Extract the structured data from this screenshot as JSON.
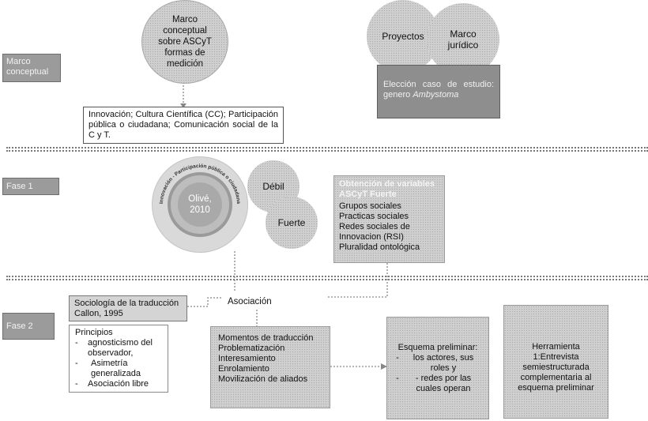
{
  "sections": {
    "marco_conceptual": "Marco conceptual",
    "fase1": "Fase 1",
    "fase2": "Fase 2"
  },
  "top": {
    "circle_marco": "Marco conceptual sobre ASCyT formas de medición",
    "circle_proyectos": "Proyectos",
    "circle_marco_juridico": "Marco jurídico",
    "eleccion_prefix": "Elección caso de estudio: genero ",
    "eleccion_genus": "Ambystoma",
    "concepts": "Innovación; Cultura Científica (CC); Participación pública o ciudadana; Comunicación social de la C y T."
  },
  "fase1": {
    "ring_text": "Innovación - Participación pública o ciudadana",
    "olive": "Olivé, 2010",
    "debil": "Débil",
    "fuerte": "Fuerte",
    "variables_title": "Obtención de variables ASCyT Fuerte",
    "variables": [
      "Grupos sociales",
      "Practicas sociales",
      "Redes sociales de Innovacion (RSI)",
      "Pluralidad ontológica"
    ]
  },
  "fase2": {
    "asociacion": "Asociación",
    "sociologia": "Sociología de la traducción Callon, 1995",
    "principios_title": "Principios",
    "principios": [
      "agnosticismo del observador,",
      "Asimetría generalizada",
      "Asociación libre"
    ],
    "momentos": [
      "Momentos de traducción",
      "Problematización",
      "Interesamiento",
      "Enrolamiento",
      "Movilización de aliados"
    ],
    "esquema_title": "Esquema preliminar:",
    "esquema_items": [
      "los actores, sus roles y",
      "- redes por las cuales operan"
    ],
    "herramienta": "Herramienta 1:Entrevista semiestructurada complementaria al esquema preliminar"
  }
}
